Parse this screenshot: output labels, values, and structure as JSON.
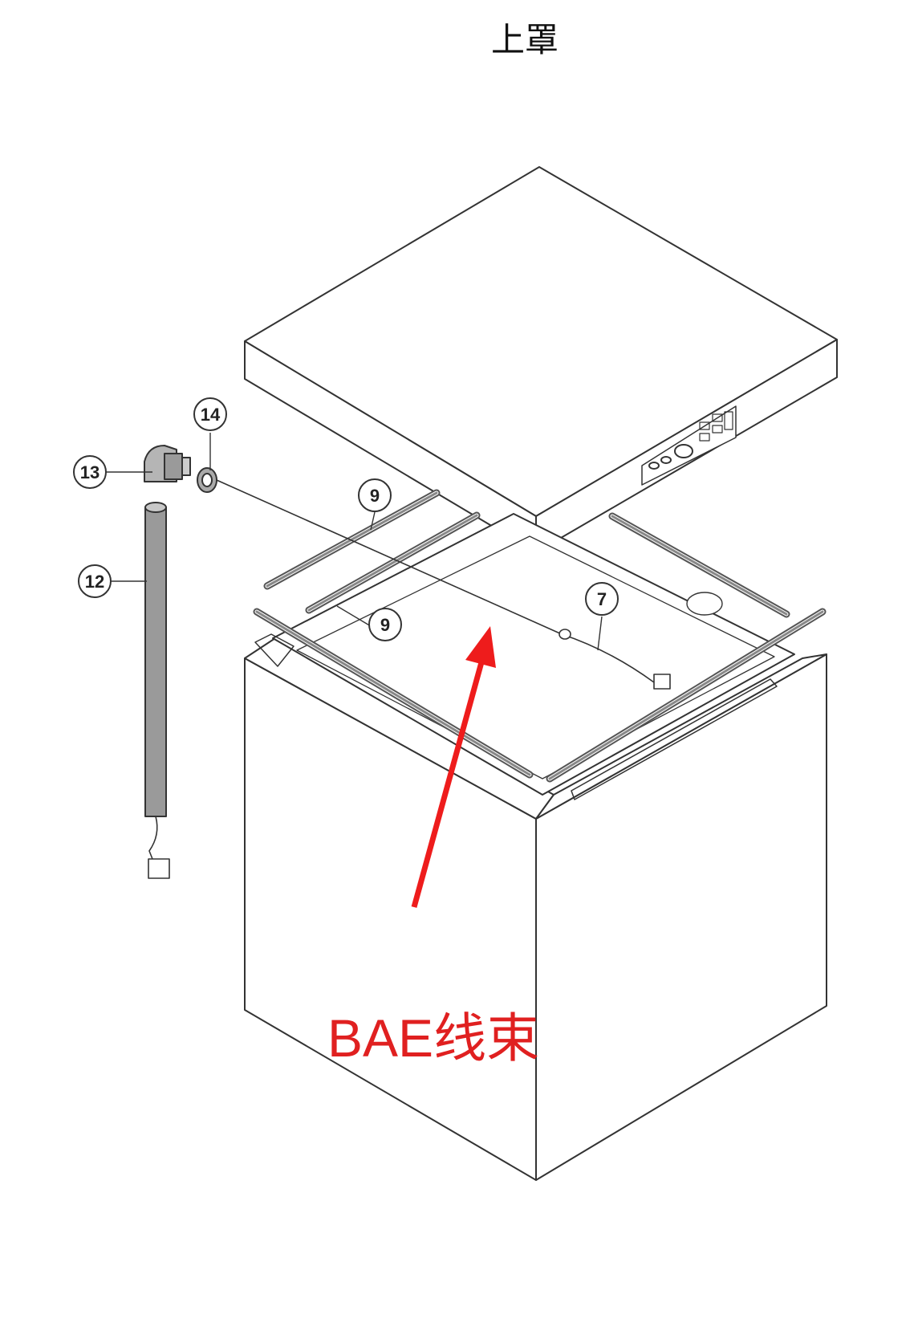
{
  "title": "上罩",
  "callouts": [
    {
      "id": "c14",
      "label": "14"
    },
    {
      "id": "c13",
      "label": "13"
    },
    {
      "id": "c12",
      "label": "12"
    },
    {
      "id": "c9a",
      "label": "9"
    },
    {
      "id": "c9b",
      "label": "9"
    },
    {
      "id": "c7",
      "label": "7"
    }
  ],
  "annotation": {
    "text": "BAE线束",
    "color": "#e02020"
  },
  "colors": {
    "line": "#333333",
    "tube": "#9a9a9a",
    "arrow": "#ee1c1c"
  }
}
